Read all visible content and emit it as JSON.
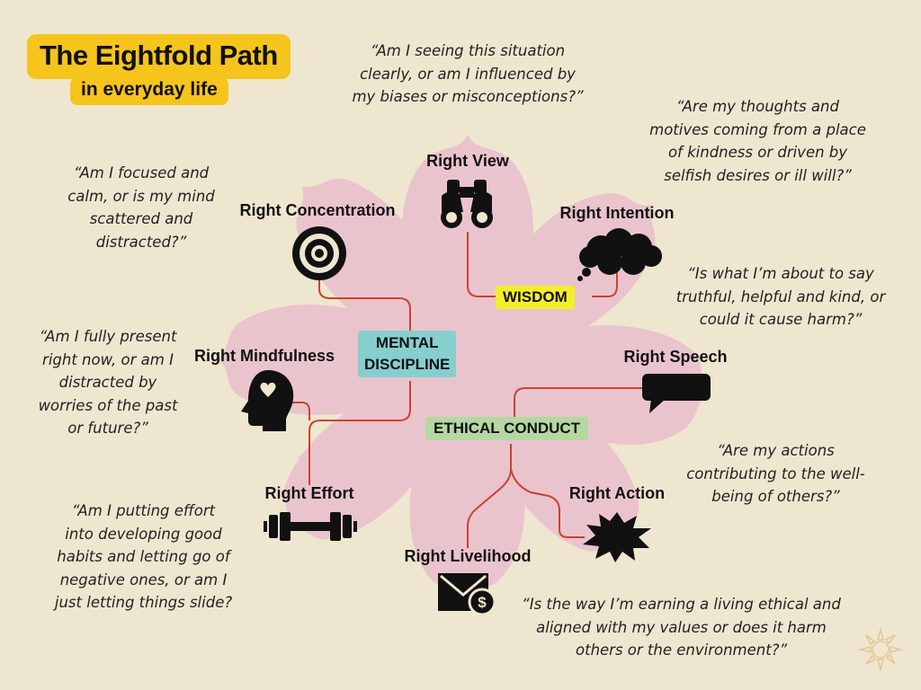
{
  "title": "The Eightfold Path",
  "subtitle": "in everyday life",
  "categories": {
    "wisdom": "WISDOM",
    "mental_discipline": [
      "MENTAL",
      "DISCIPLINE"
    ],
    "ethical_conduct": "ETHICAL CONDUCT"
  },
  "items": [
    {
      "label": "Right View",
      "icon": "binoculars-icon",
      "category": "wisdom",
      "question": [
        "“Am I seeing this situation",
        "clearly, or am I influenced by",
        "my biases or misconceptions?”"
      ]
    },
    {
      "label": "Right Intention",
      "icon": "thought-cloud-icon",
      "category": "wisdom",
      "question": [
        "“Are my thoughts and",
        "motives coming from a place",
        "of kindness or driven by",
        "selfish desires or ill will?”"
      ]
    },
    {
      "label": "Right Speech",
      "icon": "speech-bubble-icon",
      "category": "ethical_conduct",
      "question": [
        "“Is what I’m about to say",
        "truthful, helpful and kind, or",
        "could it cause harm?”"
      ]
    },
    {
      "label": "Right Action",
      "icon": "starburst-icon",
      "category": "ethical_conduct",
      "question": [
        "“Are my actions",
        "contributing to the well-",
        "being of others?”"
      ]
    },
    {
      "label": "Right Livelihood",
      "icon": "money-envelope-icon",
      "category": "ethical_conduct",
      "question": [
        "“Is the way I’m earning a living ethical and",
        "aligned with my values or does it harm",
        "others or the environment?”"
      ]
    },
    {
      "label": "Right Effort",
      "icon": "dumbbell-icon",
      "category": "mental_discipline",
      "question": [
        "“Am I putting effort",
        "into developing good",
        "habits and letting go of",
        "negative ones, or am I",
        "just letting things slide?"
      ]
    },
    {
      "label": "Right Mindfulness",
      "icon": "head-heart-icon",
      "category": "mental_discipline",
      "question": [
        "“Am I fully present",
        "right now, or am I",
        "distracted by",
        "worries of the past",
        "or future?”"
      ]
    },
    {
      "label": "Right Concentration",
      "icon": "target-icon",
      "category": "mental_discipline",
      "question": [
        "“Am I focused and",
        "calm, or is my mind",
        "scattered and",
        "distracted?”"
      ]
    }
  ],
  "colors": {
    "background": "#efe6cf",
    "petal": "#eac4cc",
    "connector": "#c9432f",
    "title_highlight": "#f6c51c",
    "wisdom_tag": "#f2ee2a",
    "mental_tag": "#86cfcf",
    "ethical_tag": "#b5d7a1"
  }
}
